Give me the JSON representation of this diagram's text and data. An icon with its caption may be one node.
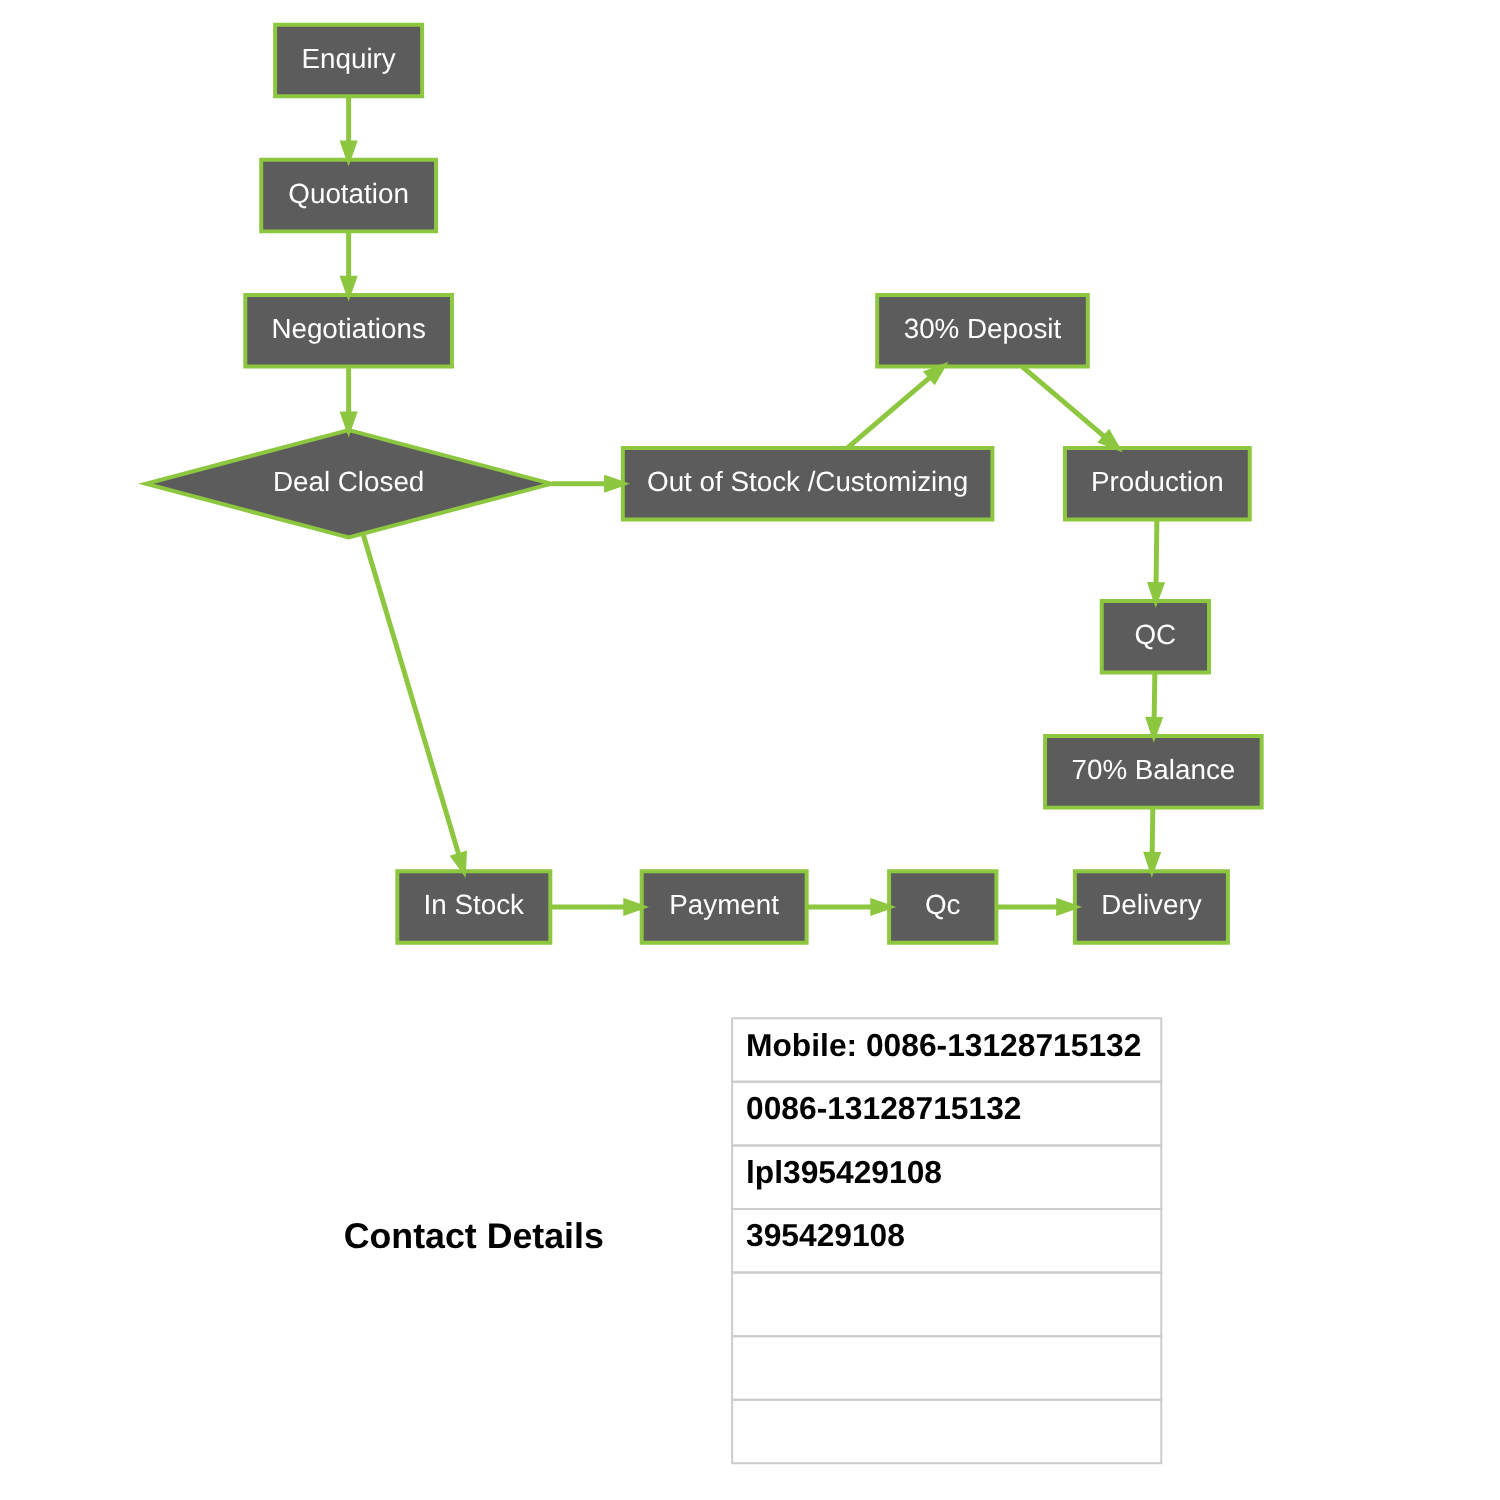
{
  "diagram": {
    "nodes": [
      {
        "text": [
          "Enquiry"
        ]
      },
      {
        "text": [
          "Quotation"
        ]
      },
      {
        "text": [
          "Negotiations"
        ]
      },
      {
        "text": [
          "Deal Closed"
        ]
      },
      {
        "text": [
          "Out of Stock /Customizing"
        ]
      },
      {
        "text": [
          "30% Deposit"
        ]
      },
      {
        "text": [
          "Production"
        ]
      },
      {
        "text": [
          "QC"
        ]
      },
      {
        "text": [
          "70% Balance"
        ]
      },
      {
        "text": [
          "In Stock"
        ]
      },
      {
        "text": [
          "Payment"
        ]
      },
      {
        "text": [
          "Qc"
        ]
      },
      {
        "text": [
          "Delivery"
        ]
      }
    ],
    "edges": [
      {
        "from": 0,
        "to": 1,
        "arrow": "to"
      },
      {
        "from": 1,
        "to": 2,
        "arrow": "to"
      },
      {
        "from": 2,
        "to": 3,
        "arrow": "to"
      },
      {
        "from": 3,
        "to": 4,
        "arrow": "to"
      },
      {
        "from": 4,
        "to": 5,
        "arrow": "to"
      },
      {
        "from": 5,
        "to": 6,
        "arrow": "to"
      },
      {
        "from": 6,
        "to": 7,
        "arrow": "to"
      },
      {
        "from": 7,
        "to": 8,
        "arrow": "to"
      },
      {
        "from": 8,
        "to": 12,
        "arrow": "to"
      },
      {
        "from": 3,
        "to": 9,
        "arrow": "to"
      },
      {
        "from": 9,
        "to": 10,
        "arrow": "to"
      },
      {
        "from": 10,
        "to": 11,
        "arrow": "to"
      },
      {
        "from": 11,
        "to": 12,
        "arrow": "to"
      }
    ],
    "labels": [
      "Contact Details",
      "Mobile: 0086-13128715132",
      "0086-13128715132",
      "lpl395429108",
      "395429108"
    ]
  }
}
